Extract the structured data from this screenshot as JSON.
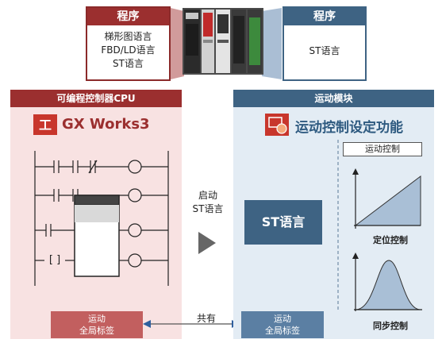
{
  "top_left": {
    "title": "程序",
    "lines": [
      "梯形图语言",
      "FBD/LD语言",
      "ST语言"
    ]
  },
  "top_right": {
    "title": "程序",
    "line": "ST语言"
  },
  "left_panel": {
    "header": "可编程控制器CPU",
    "app_name": "GX Works3",
    "ladder_labels": [
      "[ ]"
    ],
    "global_label": "运动\n全局标签"
  },
  "right_panel": {
    "header": "运动模块",
    "app_name": "运动控制设定功能",
    "motion_tag": "运动控制",
    "st_box": "ST语言",
    "chart1_label": "定位控制",
    "chart2_label": "同步控制",
    "global_label": "运动\n全局标签"
  },
  "middle": {
    "start_label": "启动\nST语言",
    "shared_label": "共有"
  },
  "colors": {
    "red_dark": "#9b2f2f",
    "red_light": "#f8e2e2",
    "blue_dark": "#3e6383",
    "blue_light": "#e3ecf4",
    "chart_fill": "#a9bfd6"
  }
}
